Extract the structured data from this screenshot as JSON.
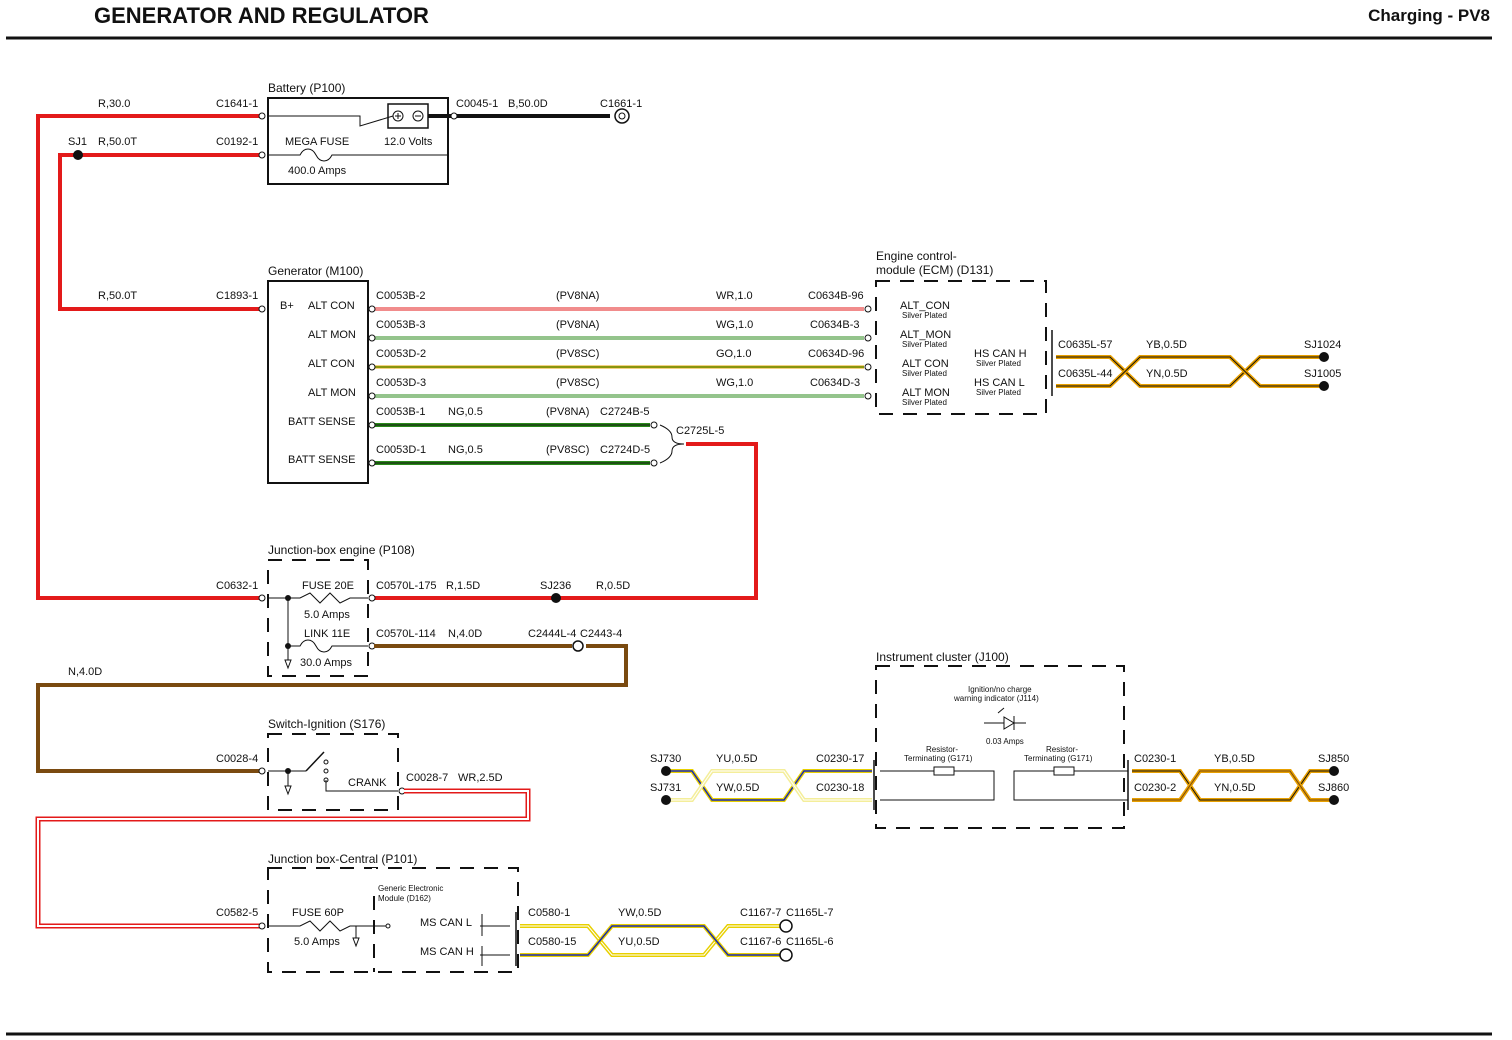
{
  "header": {
    "title": "GENERATOR AND REGULATOR",
    "section": "Charging - PV8"
  },
  "colors": {
    "red": "#e31a1a",
    "black": "#111111",
    "brown": "#7a4a10",
    "green": "#2a8a1a",
    "yellow": "#e8d000",
    "blue": "#1a2ab0",
    "white": "#ffffff"
  },
  "battery": {
    "title": "Battery (P100)",
    "volts": "12.0 Volts",
    "fuse_name": "MEGA FUSE",
    "fuse_rating": "400.0 Amps"
  },
  "generator": {
    "title": "Generator (M100)",
    "pins": [
      "B+",
      "ALT CON",
      "ALT MON",
      "ALT CON",
      "ALT MON",
      "BATT SENSE",
      "BATT SENSE"
    ]
  },
  "ecm": {
    "title1": "Engine control-",
    "title2": "module (ECM) (D131)",
    "pins": [
      {
        "name": "ALT_CON",
        "sub": "Silver Plated"
      },
      {
        "name": "ALT_MON",
        "sub": "Silver Plated"
      },
      {
        "name": "ALT CON",
        "sub": "Silver Plated"
      },
      {
        "name": "ALT MON",
        "sub": "Silver Plated"
      }
    ],
    "can": [
      {
        "name": "HS CAN H",
        "sub": "Silver Plated"
      },
      {
        "name": "HS CAN L",
        "sub": "Silver Plated"
      }
    ]
  },
  "jb_engine": {
    "title": "Junction-box engine (P108)",
    "fuse_name": "FUSE 20E",
    "fuse_rating": "5.0 Amps",
    "link_name": "LINK 11E",
    "link_rating": "30.0 Amps"
  },
  "switch": {
    "title": "Switch-Ignition (S176)",
    "crank": "CRANK"
  },
  "jb_central": {
    "title": "Junction box-Central (P101)",
    "fuse_name": "FUSE 60P",
    "fuse_rating": "5.0 Amps",
    "gem1": "Generic Electronic",
    "gem2": "Module (D162)",
    "ms_l": "MS CAN L",
    "ms_h": "MS CAN H"
  },
  "cluster": {
    "title": "Instrument cluster (J100)",
    "ind1": "Ignition/no charge",
    "ind2": "warning indicator (J114)",
    "ind_amps": "0.03 Amps",
    "res1a": "Resistor-",
    "res1b": "Terminating (G171)"
  },
  "labels": {
    "l_r300": "R,30.0",
    "l_c1641": "C1641-1",
    "l_sj1": "SJ1",
    "l_r500t_a": "R,50.0T",
    "l_c0192": "C0192-1",
    "l_c0045": "C0045-1",
    "l_b500d": "B,50.0D",
    "l_c1661": "C1661-1",
    "l_r500t_b": "R,50.0T",
    "l_c1893": "C1893-1",
    "g1a": "C0053B-2",
    "g1b": "(PV8NA)",
    "g1c": "WR,1.0",
    "g1d": "C0634B-96",
    "g2a": "C0053B-3",
    "g2b": "(PV8NA)",
    "g2c": "WG,1.0",
    "g2d": "C0634B-3",
    "g3a": "C0053D-2",
    "g3b": "(PV8SC)",
    "g3c": "GO,1.0",
    "g3d": "C0634D-96",
    "g4a": "C0053D-3",
    "g4b": "(PV8SC)",
    "g4c": "WG,1.0",
    "g4d": "C0634D-3",
    "b1a": "C0053B-1",
    "b1b": "NG,0.5",
    "b1c": "(PV8NA)",
    "b1d": "C2724B-5",
    "b2a": "C0053D-1",
    "b2b": "NG,0.5",
    "b2c": "(PV8SC)",
    "b2d": "C2724D-5",
    "c2725": "C2725L-5",
    "hs1a": "C0635L-57",
    "hs1b": "YB,0.5D",
    "hs1c": "SJ1024",
    "hs2a": "C0635L-44",
    "hs2b": "YN,0.5D",
    "hs2c": "SJ1005",
    "je1": "C0632-1",
    "je2": "C0570L-175",
    "je3": "R,1.5D",
    "je4": "SJ236",
    "je5": "R,0.5D",
    "je6": "C0570L-114",
    "je7": "N,4.0D",
    "je8": "C2444L-4",
    "je9": "C2443-4",
    "n40d": "N,4.0D",
    "sw1": "C0028-4",
    "sw2": "C0028-7",
    "sw3": "WR,2.5D",
    "jc1": "C0582-5",
    "jc2": "C0580-1",
    "jc3": "YW,0.5D",
    "jc4": "C1167-7",
    "jc5": "C1165L-7",
    "jc6": "C0580-15",
    "jc7": "YU,0.5D",
    "jc8": "C1167-6",
    "jc9": "C1165L-6",
    "ic1": "SJ730",
    "ic2": "YU,0.5D",
    "ic3": "C0230-17",
    "ic4": "SJ731",
    "ic5": "YW,0.5D",
    "ic6": "C0230-18",
    "ic7": "C0230-1",
    "ic8": "YB,0.5D",
    "ic9": "SJ850",
    "ic10": "C0230-2",
    "ic11": "YN,0.5D",
    "ic12": "SJ860"
  }
}
